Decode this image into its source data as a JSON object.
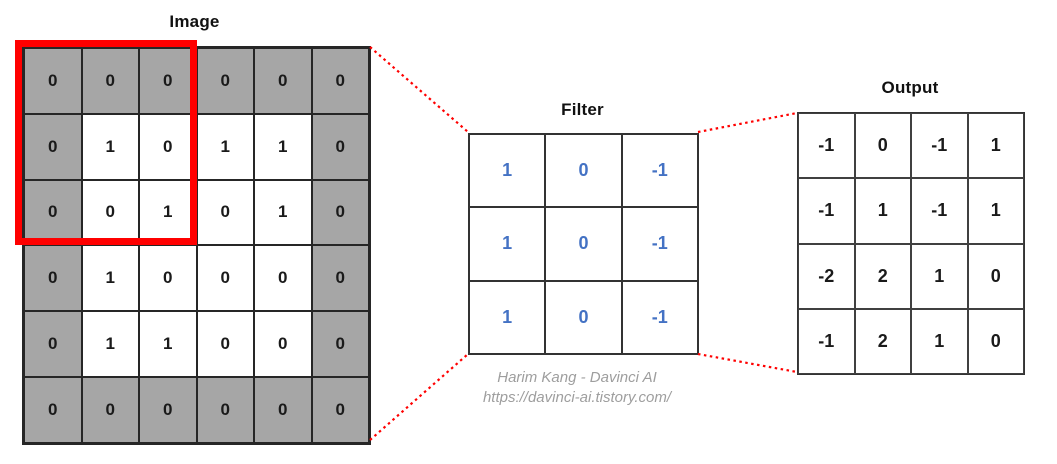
{
  "colors": {
    "shaded_cell_gray": "#a6a6a6",
    "grid_line": "#262626",
    "filter_number_blue": "#4472c4",
    "highlight_red": "#ff0000",
    "connector_red": "#ff0000",
    "attribution_gray": "#9e9e9e"
  },
  "image_panel": {
    "title": "Image",
    "grid": [
      [
        "0",
        "0",
        "0",
        "0",
        "0",
        "0"
      ],
      [
        "0",
        "1",
        "0",
        "1",
        "1",
        "0"
      ],
      [
        "0",
        "0",
        "1",
        "0",
        "1",
        "0"
      ],
      [
        "0",
        "1",
        "0",
        "0",
        "0",
        "0"
      ],
      [
        "0",
        "1",
        "1",
        "0",
        "0",
        "0"
      ],
      [
        "0",
        "0",
        "0",
        "0",
        "0",
        "0"
      ]
    ],
    "shading": [
      "111111",
      "100001",
      "100001",
      "100001",
      "100001",
      "111111"
    ],
    "highlighted_region": "rows 1-3, cols 1-3"
  },
  "filter_panel": {
    "title": "Filter",
    "grid": [
      [
        "1",
        "0",
        "-1"
      ],
      [
        "1",
        "0",
        "-1"
      ],
      [
        "1",
        "0",
        "-1"
      ]
    ]
  },
  "output_panel": {
    "title": "Output",
    "grid": [
      [
        "-1",
        "0",
        "-1",
        "1"
      ],
      [
        "-1",
        "1",
        "-1",
        "1"
      ],
      [
        "-2",
        "2",
        "1",
        "0"
      ],
      [
        "-1",
        "2",
        "1",
        "0"
      ]
    ]
  },
  "attribution": {
    "line1": "Harim Kang - Davinci AI",
    "line2": "https://davinci-ai.tistory.com/"
  }
}
